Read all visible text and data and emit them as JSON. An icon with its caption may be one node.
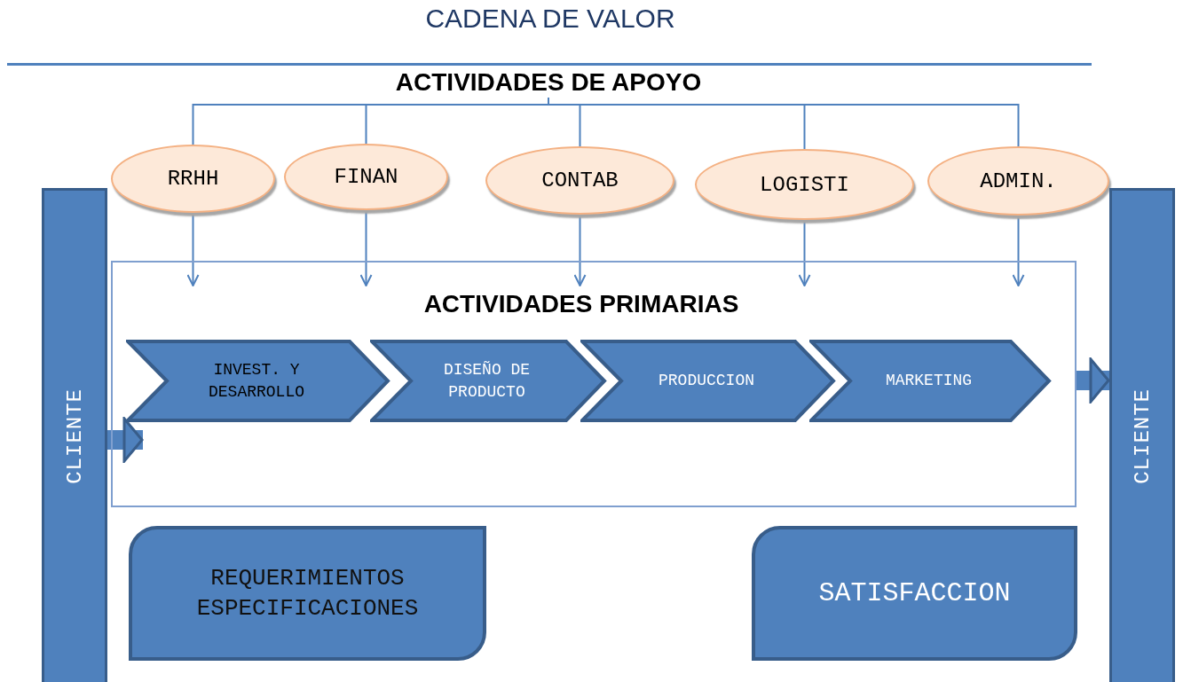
{
  "diagram": {
    "title": "CADENA DE VALOR",
    "nodes": [
      {
        "text": [
          "CLIENTE"
        ]
      },
      {
        "text": [
          "ACTIVIDADES DE APOYO"
        ]
      },
      {
        "text": [
          "RRHH"
        ]
      },
      {
        "text": [
          "FINAN"
        ]
      },
      {
        "text": [
          "CONTAB"
        ]
      },
      {
        "text": [
          "LOGISTI"
        ]
      },
      {
        "text": [
          "ADMIN."
        ]
      },
      {
        "text": [
          "ACTIVIDADES PRIMARIAS"
        ]
      },
      {
        "text": [
          "INVEST. Y DESARROLLO"
        ],
        "in": 7
      },
      {
        "text": [
          "DISEÑO DE PRODUCTO"
        ],
        "in": 7
      },
      {
        "text": [
          "PRODUCCION"
        ],
        "in": 7
      },
      {
        "text": [
          "MARKETING"
        ],
        "in": 7
      },
      {
        "text": [
          "CLIENTE"
        ]
      },
      {
        "text": [
          "REQUERIMIENTOS ESPECIFICACIONES"
        ]
      },
      {
        "text": [
          "SATISFACCION"
        ]
      }
    ],
    "edges": [
      {
        "from": 1,
        "to": 2,
        "arrow": "none"
      },
      {
        "from": 1,
        "to": 3,
        "arrow": "none"
      },
      {
        "from": 1,
        "to": 4,
        "arrow": "none"
      },
      {
        "from": 1,
        "to": 5,
        "arrow": "none"
      },
      {
        "from": 1,
        "to": 6,
        "arrow": "none"
      },
      {
        "from": 2,
        "to": 7,
        "arrow": "to"
      },
      {
        "from": 3,
        "to": 7,
        "arrow": "to"
      },
      {
        "from": 4,
        "to": 7,
        "arrow": "to"
      },
      {
        "from": 5,
        "to": 7,
        "arrow": "to"
      },
      {
        "from": 6,
        "to": 7,
        "arrow": "to"
      },
      {
        "from": 0,
        "to": 7,
        "arrow": "to",
        "style": "thick"
      },
      {
        "from": 7,
        "to": 12,
        "arrow": "to",
        "style": "thick"
      }
    ]
  }
}
